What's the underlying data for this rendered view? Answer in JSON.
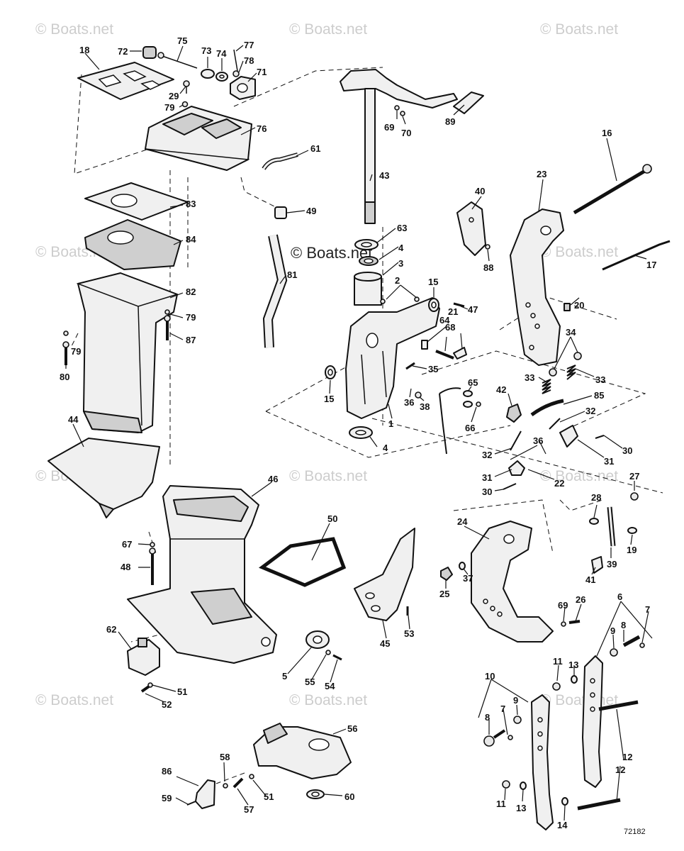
{
  "watermark": "© Boats.net",
  "figure_number": "72182",
  "callouts": [
    "1",
    "2",
    "3",
    "4",
    "4",
    "5",
    "6",
    "7",
    "7",
    "8",
    "8",
    "9",
    "9",
    "10",
    "11",
    "11",
    "12",
    "12",
    "13",
    "13",
    "14",
    "15",
    "15",
    "16",
    "17",
    "18",
    "19",
    "20",
    "21",
    "22",
    "23",
    "24",
    "25",
    "26",
    "27",
    "28",
    "29",
    "30",
    "30",
    "31",
    "31",
    "32",
    "32",
    "33",
    "33",
    "34",
    "35",
    "36",
    "36",
    "37",
    "38",
    "39",
    "40",
    "41",
    "42",
    "43",
    "44",
    "45",
    "46",
    "47",
    "48",
    "49",
    "50",
    "51",
    "51",
    "52",
    "53",
    "54",
    "55",
    "56",
    "57",
    "58",
    "59",
    "60",
    "61",
    "62",
    "63",
    "64",
    "65",
    "66",
    "67",
    "68",
    "69",
    "69",
    "70",
    "71",
    "72",
    "73",
    "74",
    "75",
    "76",
    "77",
    "78",
    "79",
    "79",
    "79",
    "80",
    "81",
    "82",
    "83",
    "84",
    "85",
    "86",
    "87",
    "88",
    "89"
  ]
}
